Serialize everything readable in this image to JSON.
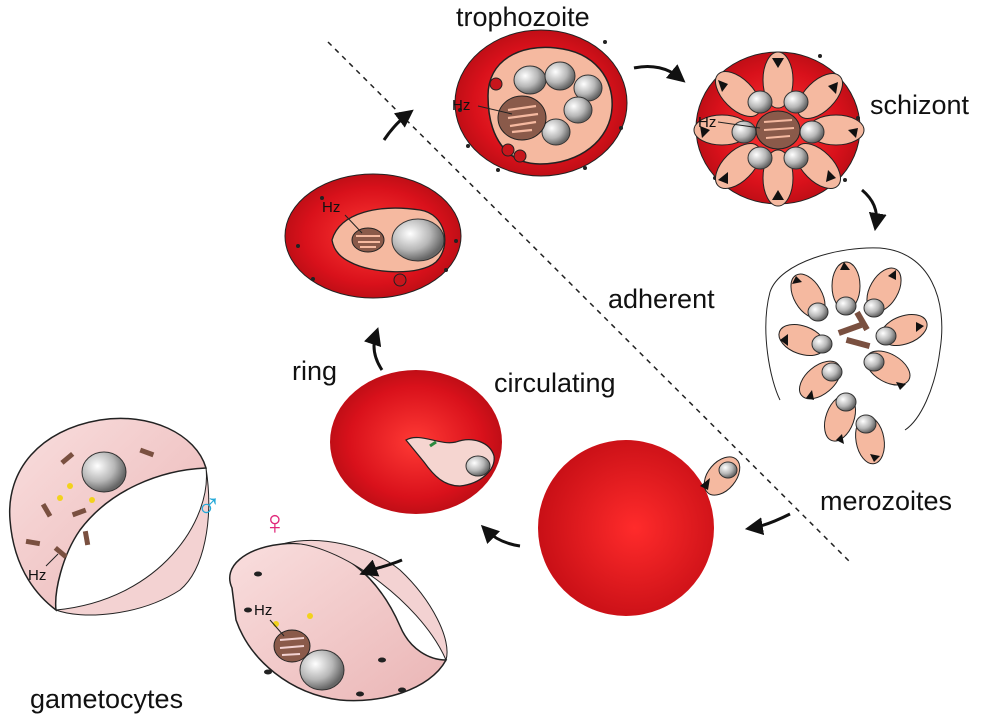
{
  "labels": {
    "trophozoite": "trophozoite",
    "schizont": "schizont",
    "adherent": "adherent",
    "merozoites": "merozoites",
    "circulating": "circulating",
    "ring": "ring",
    "gametocytes": "gametocytes",
    "hz": "Hz"
  },
  "symbols": {
    "male": "♂",
    "female": "♀"
  },
  "colors": {
    "rbc": "#d9111b",
    "rbc_light": "#ff3a35",
    "parasite": "#f5b9a0",
    "hemozoin": "#7a5040",
    "male_symbol": "#25a9d8",
    "female_symbol": "#e0287a",
    "gametocyte": "#f6cfcf",
    "gametocyte_rim": "#7fae3b"
  }
}
